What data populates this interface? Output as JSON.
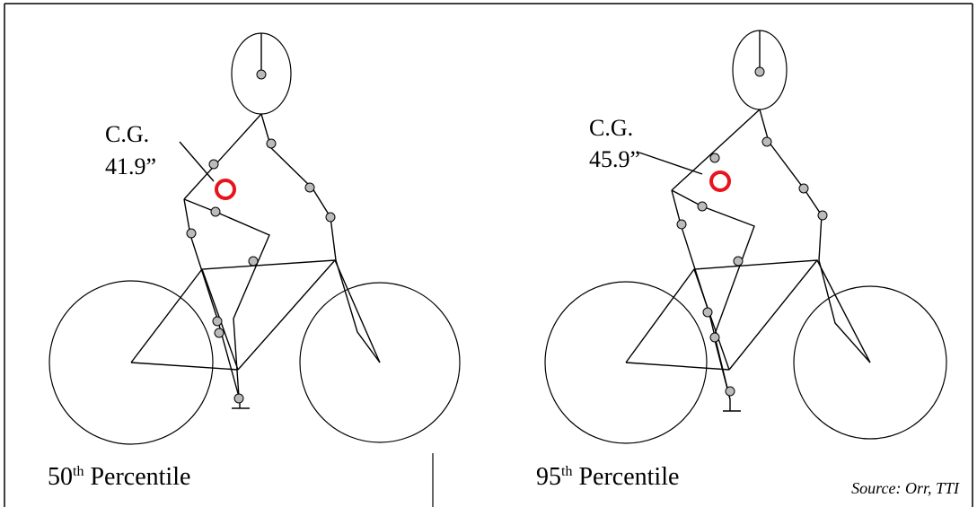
{
  "figure_left": {
    "cg_label": "C.G.",
    "cg_value": "41.9”",
    "percentile_number": "50",
    "percentile_suffix": "th",
    "percentile_word": " Percentile"
  },
  "figure_right": {
    "cg_label": "C.G.",
    "cg_value": "45.9”",
    "percentile_number": "95",
    "percentile_suffix": "th",
    "percentile_word": " Percentile"
  },
  "source": "Source: Orr, TTI",
  "colors": {
    "cg_marker": "#e8141c",
    "line": "#000000"
  }
}
